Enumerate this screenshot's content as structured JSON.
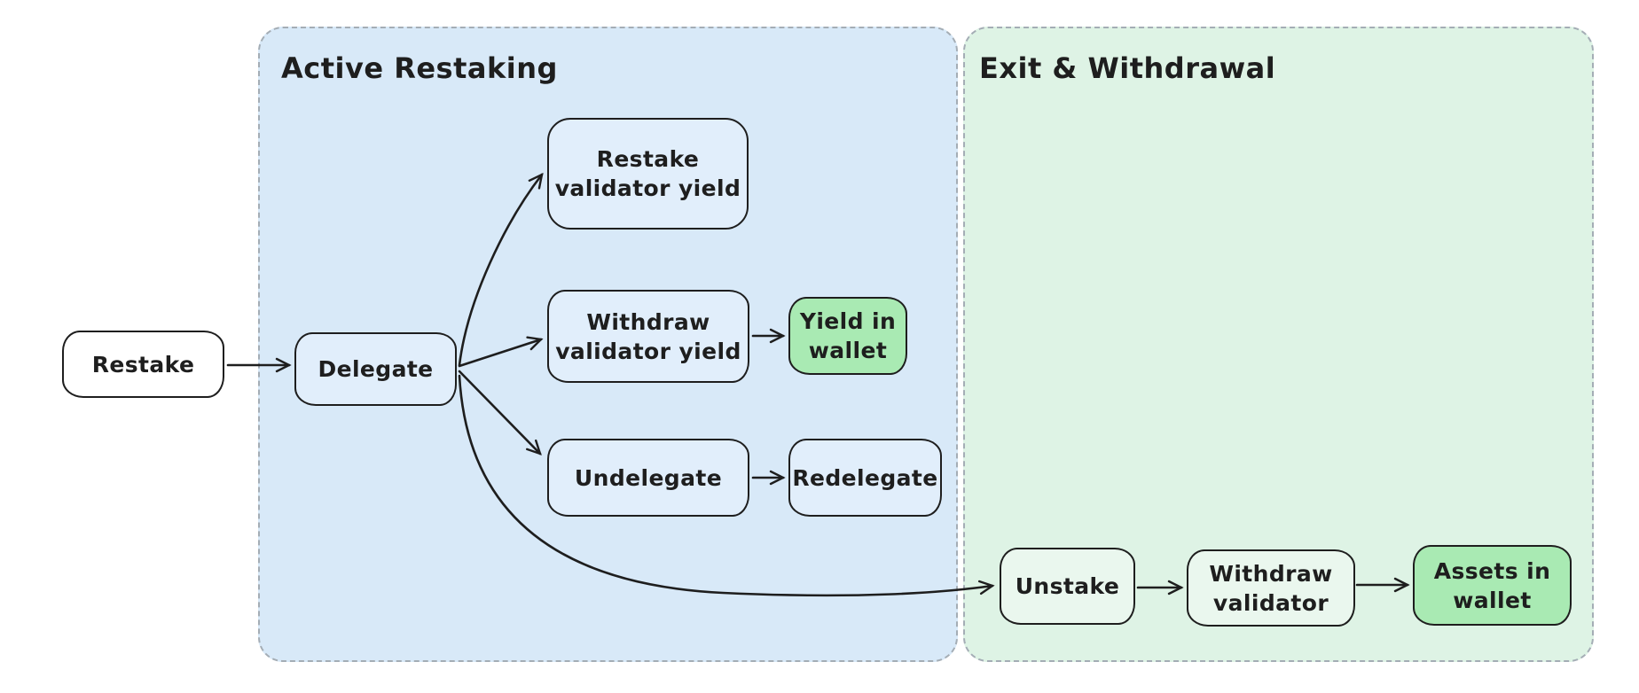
{
  "diagram": {
    "sections": [
      {
        "id": "active-restaking",
        "title": "Active Restaking"
      },
      {
        "id": "exit-withdrawal",
        "title": "Exit & Withdrawal"
      }
    ],
    "nodes": {
      "restake": {
        "label": "Restake"
      },
      "delegate": {
        "label": "Delegate"
      },
      "restake_validator_yield": {
        "label": "Restake\nvalidator yield"
      },
      "withdraw_validator_yield": {
        "label": "Withdraw\nvalidator yield"
      },
      "yield_in_wallet": {
        "label": "Yield in\nwallet"
      },
      "undelegate": {
        "label": "Undelegate"
      },
      "redelegate": {
        "label": "Redelegate"
      },
      "unstake": {
        "label": "Unstake"
      },
      "withdraw_validator": {
        "label": "Withdraw\nvalidator"
      },
      "assets_in_wallet": {
        "label": "Assets in\nwallet"
      }
    },
    "edges": [
      {
        "from": "Restake",
        "to": "Delegate"
      },
      {
        "from": "Delegate",
        "to": "Restake validator yield"
      },
      {
        "from": "Delegate",
        "to": "Withdraw validator yield"
      },
      {
        "from": "Delegate",
        "to": "Undelegate"
      },
      {
        "from": "Delegate",
        "to": "Unstake"
      },
      {
        "from": "Withdraw validator yield",
        "to": "Yield in wallet"
      },
      {
        "from": "Undelegate",
        "to": "Redelegate"
      },
      {
        "from": "Unstake",
        "to": "Withdraw validator"
      },
      {
        "from": "Withdraw validator",
        "to": "Assets in wallet"
      }
    ]
  },
  "colors": {
    "ink": "#1e1e1e",
    "section-border": "#a4adb5",
    "active-bg": "#d8e9f8",
    "exit-bg": "#def3e5",
    "node-blue": "#e1eefb",
    "node-green": "#eaf7ee",
    "accent-green": "#a9eab3",
    "node-white": "#ffffff",
    "canvas-bg": "#ffffff"
  }
}
